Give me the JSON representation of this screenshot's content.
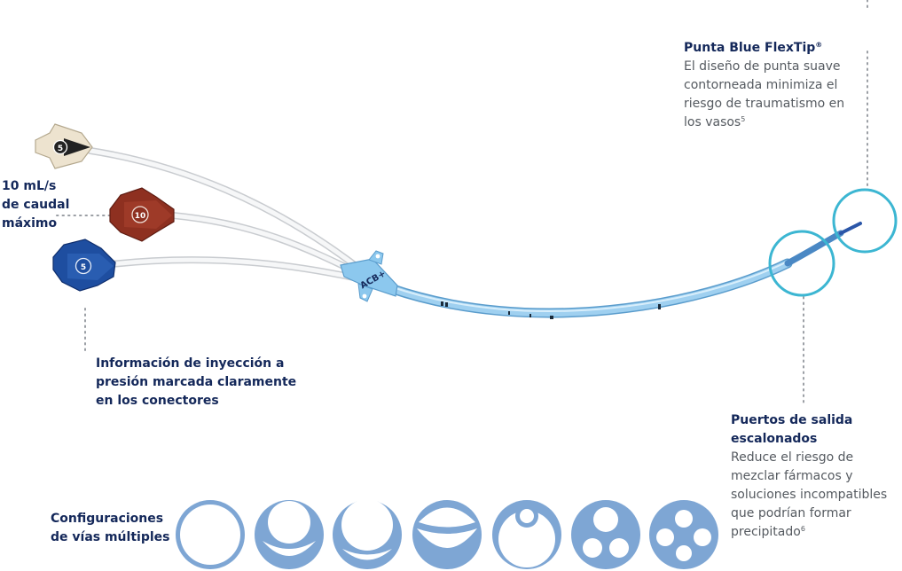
{
  "labels": {
    "tip": {
      "title": "Punta Blue FlexTip",
      "title_sup": "®",
      "body": "El diseño de punta suave contorneada minimiza el riesgo de traumatismo en los vasos",
      "body_sup": "5"
    },
    "flow": {
      "title": "10 mL/s de caudal máximo"
    },
    "injection": {
      "title": "Información de inyección a presión marcada claramente en los conectores"
    },
    "ports": {
      "title": "Puertos de salida escalonados",
      "body": "Reduce el riesgo de mezclar fármacos y soluciones incompatibles que podrían formar precipitado",
      "body_sup": "6"
    },
    "configs": {
      "title": "Configuraciones de vías múltiples"
    }
  },
  "connectors": {
    "white": {
      "number": "5",
      "color": "#ede3cf"
    },
    "red": {
      "number": "10",
      "color": "#8e3020"
    },
    "blue": {
      "number": "5",
      "color": "#1e4ea0"
    }
  },
  "hub_text": "ACB+",
  "lumen_icons": [
    "single-lumen-icon",
    "double-lumen-small-icon",
    "double-lumen-large-icon",
    "double-lumen-crescent-icon",
    "double-lumen-round-icon",
    "triple-lumen-icon",
    "quad-lumen-icon"
  ],
  "colors": {
    "heading": "#14285a",
    "body_text": "#555a60",
    "highlight_ring": "#3cb6d2",
    "catheter": "#8fc8ec",
    "lumen_fill": "#7ea6d4",
    "dotted_line": "#9a9ea4"
  }
}
